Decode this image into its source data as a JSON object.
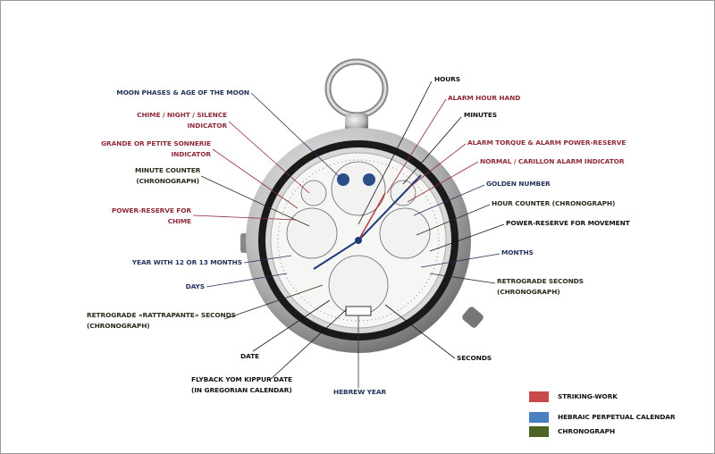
{
  "colors": {
    "striking": "#c9494b",
    "hebraic": "#4a7fc4",
    "chrono": "#4d6323"
  },
  "labels_left": {
    "moon": "MOON PHASES & AGE OF THE MOON",
    "chime1": "CHIME / NIGHT / SILENCE",
    "chime2": "INDICATOR",
    "sonn1": "GRANDE OR PETITE SONNERIE",
    "sonn2": "INDICATOR",
    "minc1": "MINUTE COUNTER",
    "minc2": "(CHRONOGRAPH)",
    "prc1": "POWER-RESERVE FOR",
    "prc2": "CHIME",
    "year": "YEAR WITH 12 OR 13 MONTHS",
    "days": "DAYS",
    "rat1": "RETROGRADE «RATTRAPANTE» SECONDS",
    "rat2": "(CHRONOGRAPH)",
    "date": "DATE",
    "yk1": "FLYBACK YOM KIPPUR DATE",
    "yk2": "(IN GREGORIAN CALENDAR)",
    "hyear": "HEBREW YEAR"
  },
  "labels_right": {
    "hours": "HOURS",
    "alarmhour": "ALARM HOUR HAND",
    "minutes": "MINUTES",
    "torque": "ALARM TORQUE & ALARM POWER-RESERVE",
    "carillon": "NORMAL / CARILLON ALARM INDICATOR",
    "golden": "GOLDEN NUMBER",
    "hourc": "HOUR COUNTER (CHRONOGRAPH)",
    "prm": "POWER-RESERVE FOR MOVEMENT",
    "months": "MONTHS",
    "rs1": "RETROGRADE SECONDS",
    "rs2": "(CHRONOGRAPH)",
    "seconds": "SECONDS"
  },
  "legend": [
    {
      "label": "STRIKING-WORK"
    },
    {
      "label": "HEBRAIC PERPETUAL CALENDAR"
    },
    {
      "label": "CHRONOGRAPH"
    }
  ]
}
